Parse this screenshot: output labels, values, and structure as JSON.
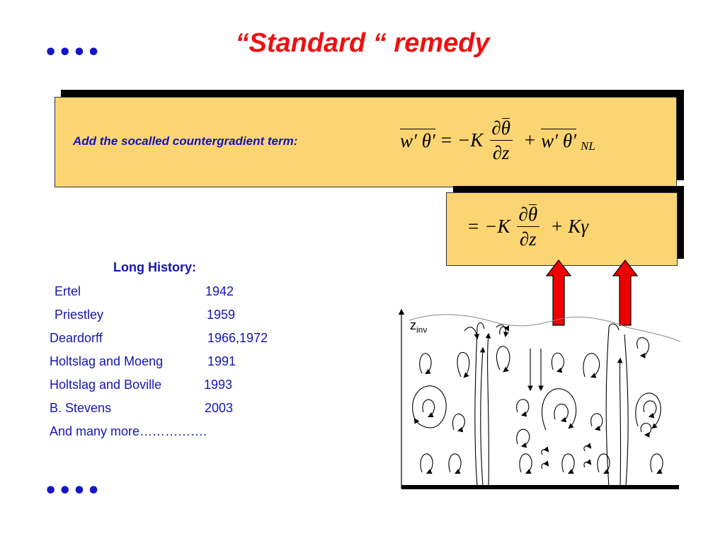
{
  "title": "“Standard “ remedy",
  "ellipsis_top": "••••",
  "ellipsis_bottom": "••••",
  "box1": {
    "prompt": "Add the socalled countergradient term:",
    "eq_lhs_w": "w′",
    "eq_lhs_theta": "θ′",
    "eq_equals": "=",
    "eq_minus_k": "−K",
    "eq_partial_num": "∂",
    "eq_theta": "θ",
    "eq_partial_den": "∂z",
    "eq_plus": "+",
    "eq_rhs_w": "w′",
    "eq_rhs_theta": "θ′",
    "eq_sub": "NL"
  },
  "box2": {
    "eq_equals": "=",
    "eq_minus_k": "−K",
    "eq_partial_num": "∂",
    "eq_theta": "θ",
    "eq_partial_den": "∂z",
    "eq_plus": "+",
    "eq_k_gamma": "Kγ"
  },
  "history": {
    "heading": "Long History:",
    "rows": [
      {
        "name": "Ertel",
        "year": "1942"
      },
      {
        "name": "Priestley",
        "year": "1959"
      },
      {
        "name": "Deardorff",
        "year": "1966,1972"
      },
      {
        "name": "Holtslag and Moeng",
        "year": "1991"
      },
      {
        "name": "Holtslag and Boville",
        "year": "1993"
      },
      {
        "name": "B. Stevens",
        "year": "2003"
      },
      {
        "name": "And many more…………….",
        "year": ""
      }
    ]
  },
  "diagram": {
    "z_label": "z",
    "z_sub": "inv"
  },
  "colors": {
    "title": "#ee1111",
    "text_blue": "#1515b0",
    "box_fill": "#fcd573",
    "arrow_red": "#ee0000"
  }
}
